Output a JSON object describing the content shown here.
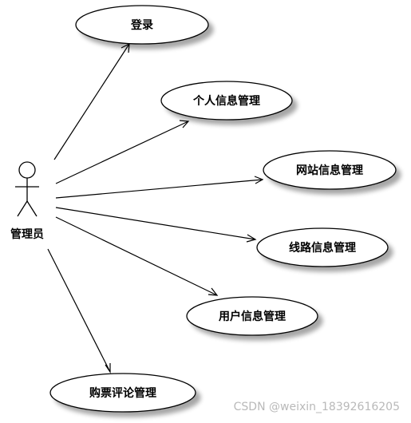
{
  "actor": {
    "label": "管理员"
  },
  "use_cases": [
    {
      "id": "login",
      "label": "登录"
    },
    {
      "id": "personal-info",
      "label": "个人信息管理"
    },
    {
      "id": "site-info",
      "label": "网站信息管理"
    },
    {
      "id": "route-info",
      "label": "线路信息管理"
    },
    {
      "id": "user-info",
      "label": "用户信息管理"
    },
    {
      "id": "ticket-review",
      "label": "购票评论管理"
    }
  ],
  "watermark": "CSDN @weixin_18392616205"
}
